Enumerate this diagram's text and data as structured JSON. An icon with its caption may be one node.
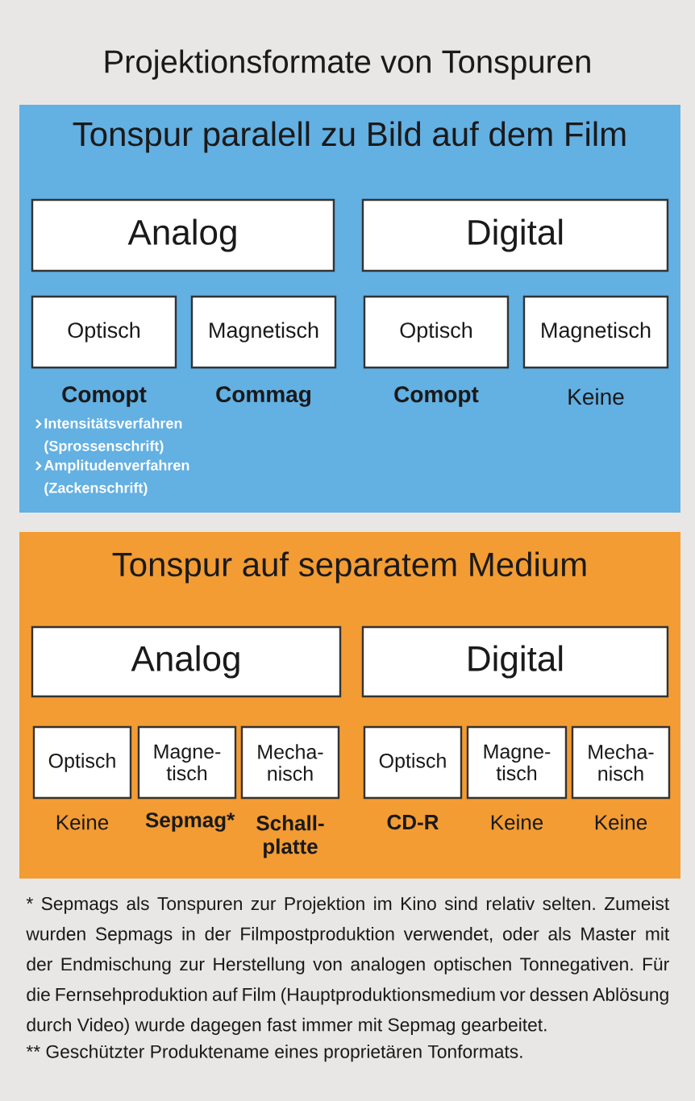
{
  "diagram": {
    "title": "Projektionsformate von Tonspuren",
    "nodes": [
      {
        "text": [
          "Tonspur paralell zu Bild auf dem Film"
        ]
      },
      {
        "text": [
          "Analog"
        ],
        "in": 0
      },
      {
        "text": [
          "Digital"
        ],
        "in": 0
      },
      {
        "text": [
          "Optisch"
        ],
        "in": 0,
        "beside": [
          "Comopt",
          "Intensitätsverfahren (Sprossenschrift)",
          "Amplitudenverfahren (Zackenschrift)"
        ]
      },
      {
        "text": [
          "Magnetisch"
        ],
        "in": 0,
        "beside": [
          "Commag"
        ]
      },
      {
        "text": [
          "Optisch"
        ],
        "in": 0,
        "beside": [
          "Comopt"
        ]
      },
      {
        "text": [
          "Magnetisch"
        ],
        "in": 0,
        "beside": [
          "Keine"
        ]
      },
      {
        "text": [
          "Tonspur auf separatem Medium"
        ]
      },
      {
        "text": [
          "Analog"
        ],
        "in": 7
      },
      {
        "text": [
          "Digital"
        ],
        "in": 7
      },
      {
        "text": [
          "Optisch"
        ],
        "in": 7,
        "beside": [
          "Keine"
        ]
      },
      {
        "text": [
          "Magne- tisch"
        ],
        "in": 7,
        "beside": [
          "Sepmag*"
        ]
      },
      {
        "text": [
          "Mecha- nisch"
        ],
        "in": 7,
        "beside": [
          "Schall- platte"
        ]
      },
      {
        "text": [
          "Optisch"
        ],
        "in": 7,
        "beside": [
          "CD-R"
        ]
      },
      {
        "text": [
          "Magne- tisch"
        ],
        "in": 7,
        "beside": [
          "Keine"
        ]
      },
      {
        "text": [
          "Mecha- nisch"
        ],
        "in": 7,
        "beside": [
          "Keine"
        ]
      }
    ],
    "labels": [
      "* Sepmags als Tonspuren zur Projektion im Kino sind relativ selten. Zumeist wurden Sepmags in der Filmpostproduktion verwendet, oder als Master mit der Endmischung zur Herstellung von analogen optischen Tonnegativen. Für die Fernsehproduktion auf Film (Hauptproduktionsmedium vor dessen Ablösung durch Video) wurde dagegen fast immer mit Sepmag gearbeitet.",
      "** Geschützter Produktename eines proprietären Tonformats."
    ]
  }
}
